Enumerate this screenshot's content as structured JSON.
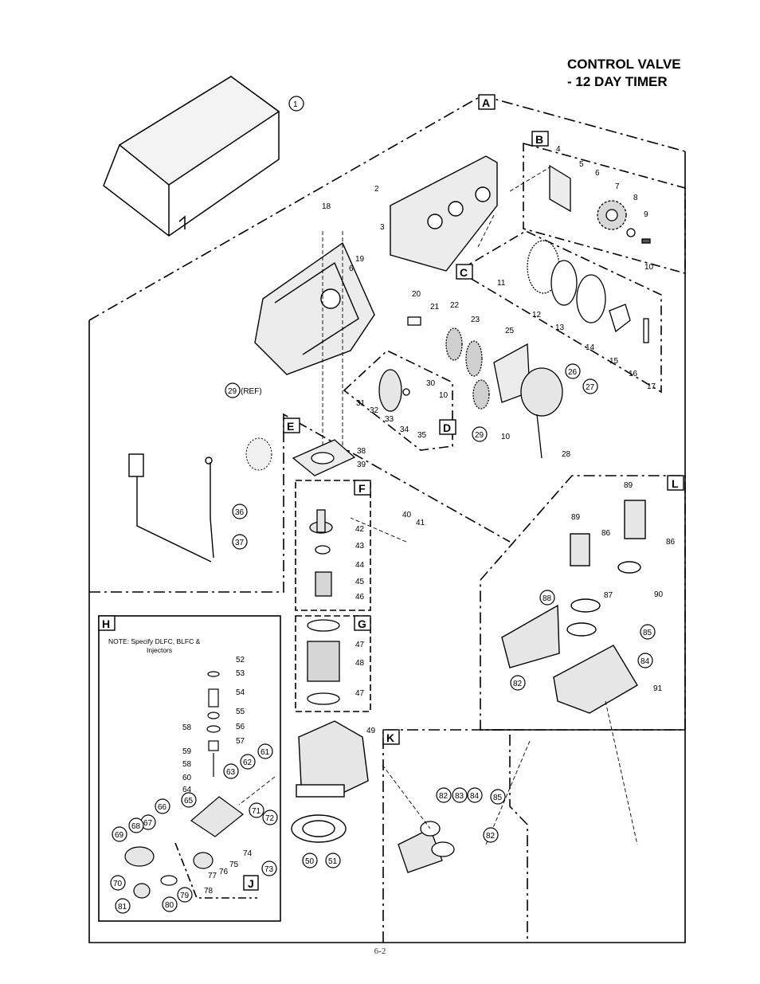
{
  "title": {
    "line1": "CONTROL VALVE",
    "line2": "- 12 DAY TIMER"
  },
  "note": {
    "line1": "NOTE: Specify DLFC, BLFC &",
    "line2": "Injectors"
  },
  "footer": "6-2",
  "sections": [
    "A",
    "B",
    "C",
    "D",
    "E",
    "F",
    "G",
    "H",
    "J",
    "K",
    "L"
  ],
  "labels": {
    "p1": "1",
    "p2": "2",
    "p3": "3",
    "p4": "4",
    "p5": "5",
    "p6a": "6",
    "p6b": "6",
    "p7": "7",
    "p8": "8",
    "p9": "9",
    "p10a": "10",
    "p10b": "10",
    "p10c": "10",
    "p11": "11",
    "p12": "12",
    "p13": "13",
    "p14": "14",
    "p15": "15",
    "p16": "16",
    "p17": "17",
    "p18": "18",
    "p19": "19",
    "p20": "20",
    "p21": "21",
    "p22": "22",
    "p23": "23",
    "p25": "25",
    "p26": "26",
    "p27": "27",
    "p28": "28",
    "p29": "29",
    "p29ref": "(REF)",
    "p30": "30",
    "p31": "31",
    "p32": "32",
    "p33": "33",
    "p34": "34",
    "p35": "35",
    "p36": "36",
    "p37": "37",
    "p38": "38",
    "p39": "39",
    "p40": "40",
    "p41": "41",
    "p42": "42",
    "p43": "43",
    "p44": "44",
    "p45": "45",
    "p46": "46",
    "p47a": "47",
    "p47b": "47",
    "p48": "48",
    "p49": "49",
    "p50": "50",
    "p51": "51",
    "p52": "52",
    "p53": "53",
    "p54": "54",
    "p55": "55",
    "p56": "56",
    "p57": "57",
    "p58a": "58",
    "p58b": "58",
    "p59": "59",
    "p60": "60",
    "p61": "61",
    "p62": "62",
    "p63": "63",
    "p64": "64",
    "p65": "65",
    "p66": "66",
    "p67": "67",
    "p68": "68",
    "p69": "69",
    "p70": "70",
    "p71": "71",
    "p72": "72",
    "p73": "73",
    "p74": "74",
    "p75": "75",
    "p76": "76",
    "p77": "77",
    "p78": "78",
    "p79": "79",
    "p80": "80",
    "p81": "81",
    "p82a": "82",
    "p82b": "82",
    "p82c": "82",
    "p83": "83",
    "p84a": "84",
    "p84b": "84",
    "p85a": "85",
    "p85b": "85",
    "p86a": "86",
    "p86b": "86",
    "p87": "87",
    "p88": "88",
    "p89a": "89",
    "p89b": "89",
    "p90": "90",
    "p91": "91"
  },
  "colors": {
    "line": "#000000",
    "part_fill": "#e6e6e6",
    "dark_fill": "#555555"
  }
}
